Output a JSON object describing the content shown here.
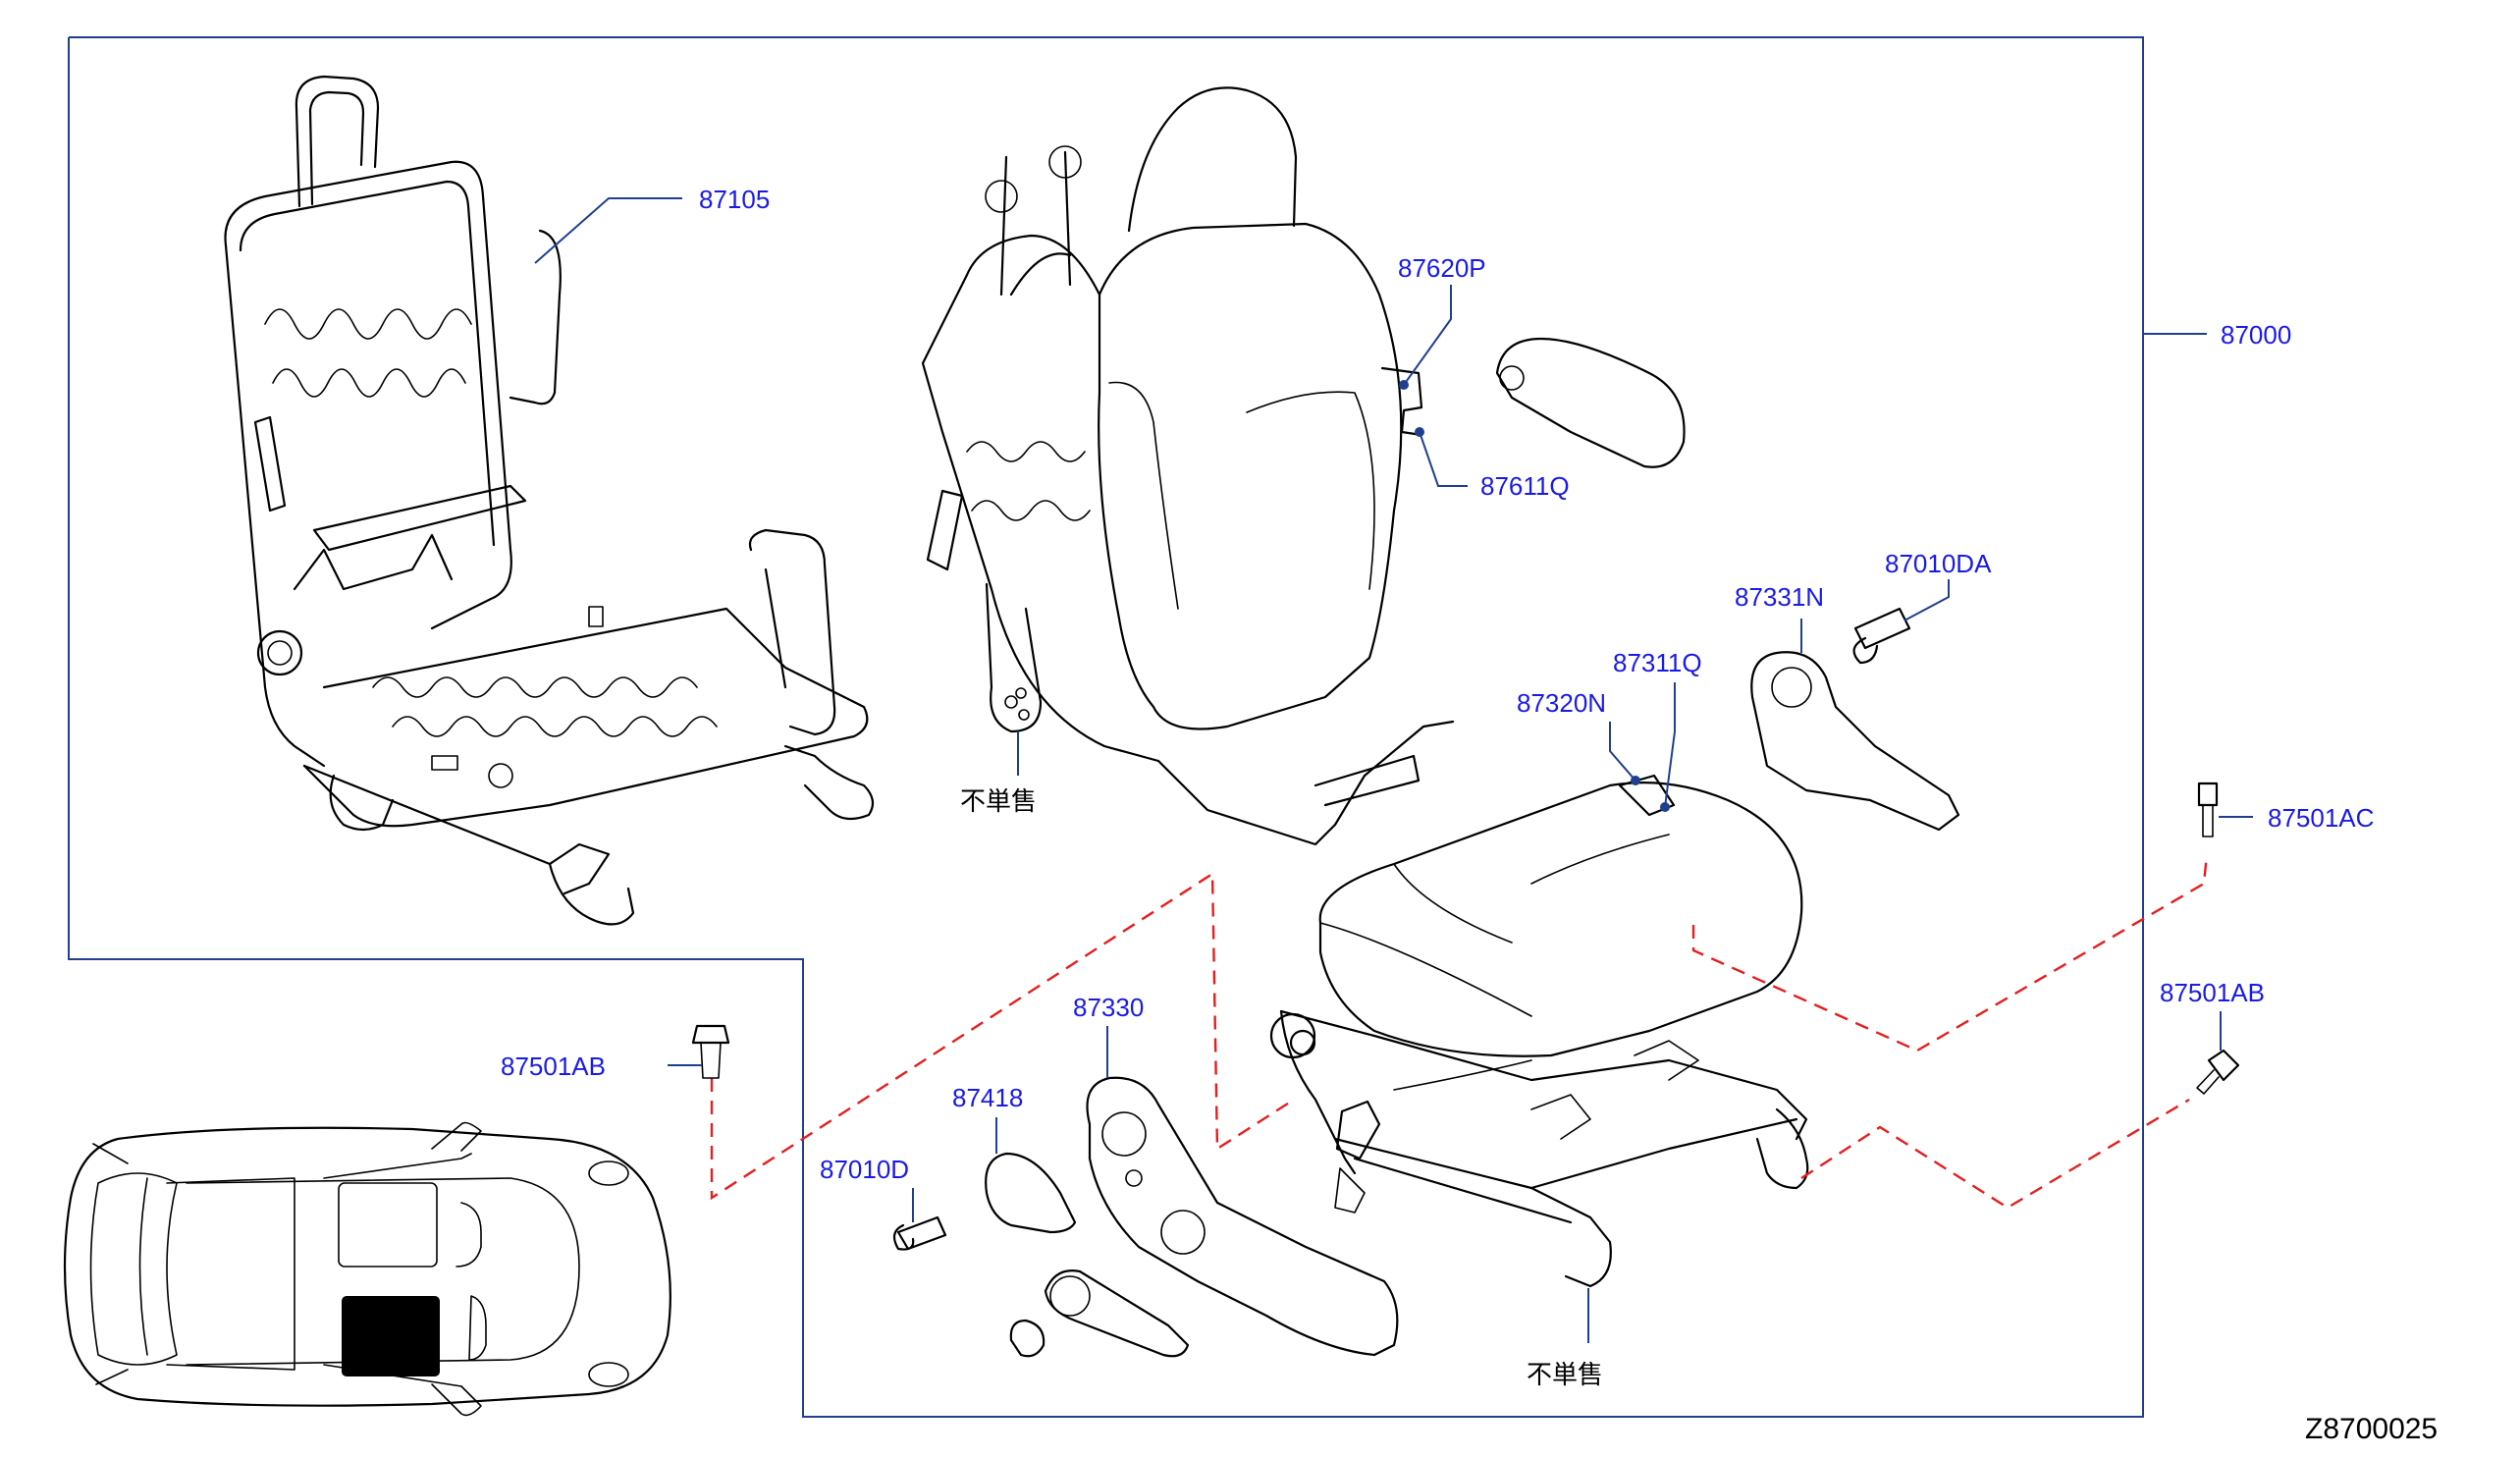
{
  "diagram_code": "Z8700025",
  "not_sold_note": "不単售",
  "parts": {
    "p87105": "87105",
    "p87000": "87000",
    "p87620P": "87620P",
    "p87611Q": "87611Q",
    "p87010DA": "87010DA",
    "p87331N": "87331N",
    "p87311Q": "87311Q",
    "p87320N": "87320N",
    "p87501AC": "87501AC",
    "p87501AB_right": "87501AB",
    "p87501AB_left": "87501AB",
    "p87330": "87330",
    "p87418": "87418",
    "p87010D": "87010D"
  },
  "colors": {
    "part_label": "#1a1ae6",
    "frame": "#1f3f8f",
    "dashed_link": "#e61e1e",
    "seat_position_marker": "#000000"
  }
}
